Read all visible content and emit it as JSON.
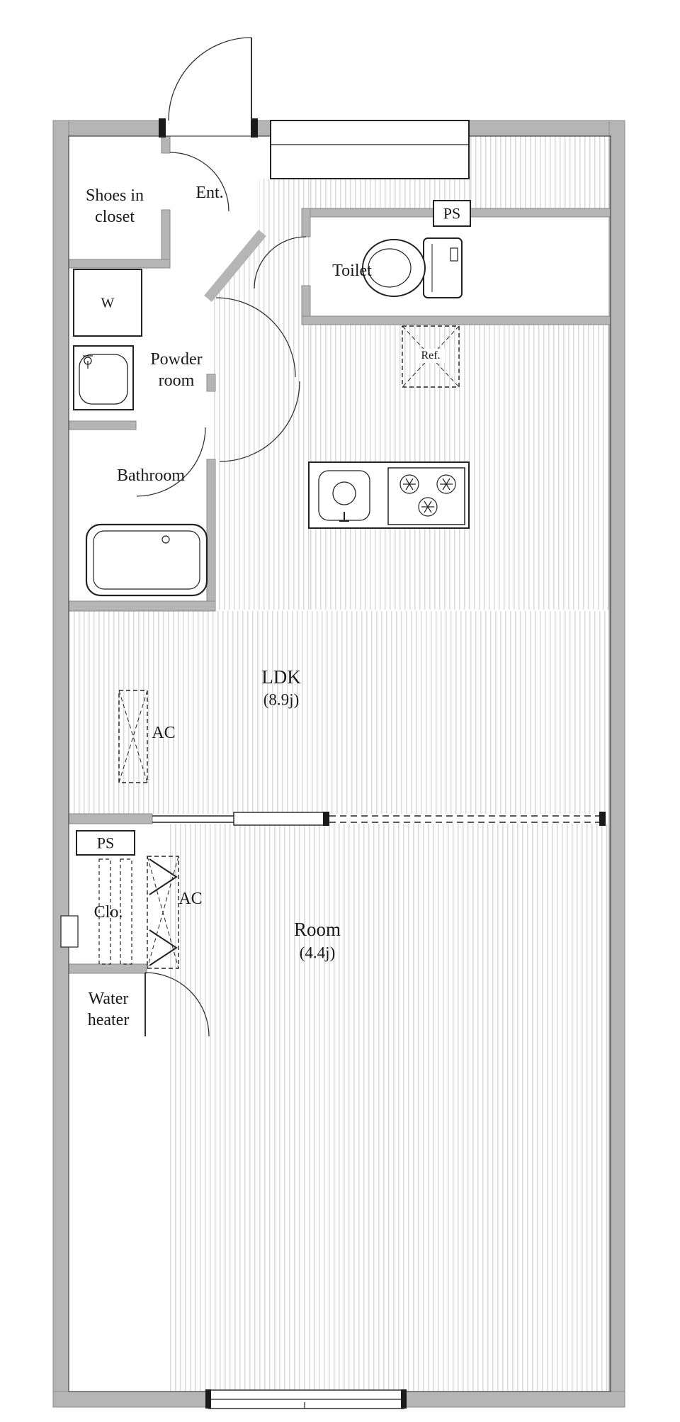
{
  "colors": {
    "wall": "#b5b5b5",
    "outline": "#444444",
    "stripe": "#dadada",
    "ink": "#1a1a1a",
    "bg": "#ffffff"
  },
  "rooms": {
    "shoes_closet": {
      "label": "Shoes in\ncloset"
    },
    "entrance": {
      "label": "Ent."
    },
    "toilet": {
      "label": "Toilet"
    },
    "powder_room": {
      "label": "Powder\nroom"
    },
    "bathroom": {
      "label": "Bathroom"
    },
    "ldk": {
      "label": "LDK",
      "size": "(8.9j)"
    },
    "room": {
      "label": "Room",
      "size": "(4.4j)"
    },
    "closet": {
      "label": "Clo."
    },
    "water_heater": {
      "label": "Water\nheater"
    }
  },
  "fixtures": {
    "washing_machine": {
      "label": "W"
    },
    "refrigerator": {
      "label": "Ref."
    },
    "ac_ldk": {
      "label": "AC"
    },
    "ac_room": {
      "label": "AC"
    },
    "pipe_space_top": {
      "label": "PS"
    },
    "pipe_space_bottom": {
      "label": "PS"
    }
  }
}
